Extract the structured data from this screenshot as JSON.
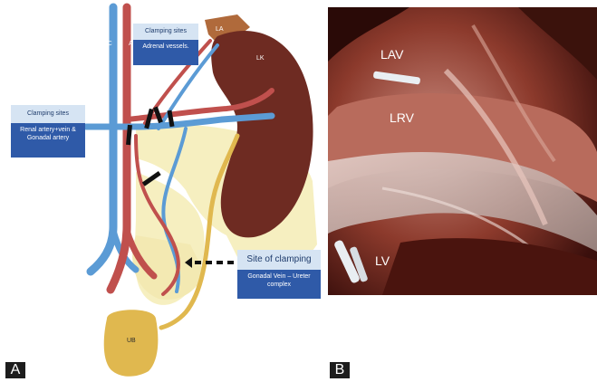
{
  "panel_a": {
    "letter": "A",
    "labels": {
      "ivc": "IVC",
      "aorta": "A",
      "la": "LA",
      "lk": "LK",
      "ub": "UB"
    },
    "callouts": {
      "adrenal": {
        "title": "Clamping sites",
        "body": "Adrenal vessels."
      },
      "renal": {
        "title": "Clamping sites",
        "body": "Renal artery+vein & Gonadal artery"
      },
      "gonadal": {
        "title": "Site of clamping",
        "body": "Gonadal Vein – Ureter complex"
      }
    },
    "colors": {
      "vein": "#5b9bd5",
      "artery": "#c0504d",
      "kidney": "#6e2b22",
      "adrenal": "#b06a3b",
      "ureter": "#e0b84f",
      "bladder": "#e0b84f",
      "peritoneum": "#f6efc0",
      "clamp": "#111111"
    }
  },
  "panel_b": {
    "letter": "B",
    "labels": {
      "lav": "LAV",
      "lrv": "LRV",
      "lv": "LV"
    }
  }
}
